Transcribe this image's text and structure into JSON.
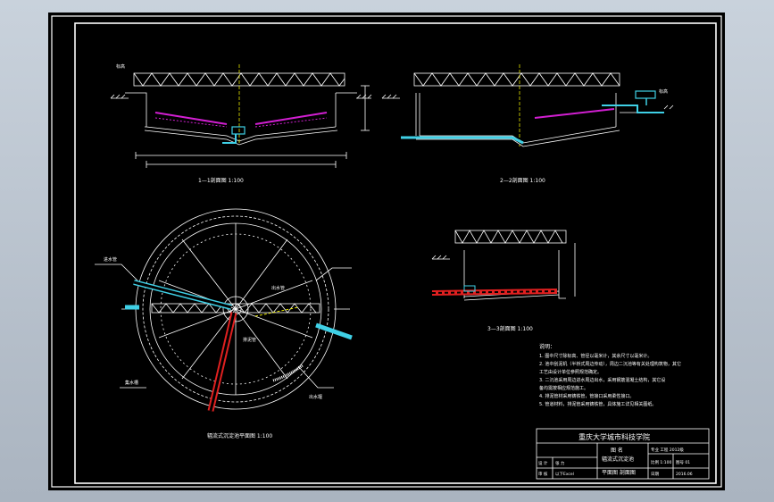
{
  "drawing": {
    "title_block": {
      "school": "重庆大学城市科技学院",
      "name_header": "图  名",
      "drawing_name_line1": "辐流式沉淀池",
      "drawing_name_line2": "平面图  剖面图",
      "row1_left": "设 计",
      "row1_mid": "张 力",
      "row2_left": "审 核",
      "row2_mid": "以下Excel",
      "right_top": "专业 工程 2012级",
      "right_r2a": "比例 1:100",
      "right_r2b": "图号 01",
      "right_r3a": "日期",
      "right_r3b": "2016.06"
    },
    "views": {
      "section_1_label": "1—1剖面图 1:100",
      "section_2_label": "2—2剖面图 1:100",
      "section_3_label": "3—3剖面图 1:100",
      "plan_label": "辐流式沉淀池平面图 1:100"
    },
    "notes": {
      "heading": "说明：",
      "lines": [
        "1. 图中尺寸除标高、管径以毫米计，其余尺寸以毫米计。",
        "2. 池中刮泥机（半桥式周边传动），周边二沉池等有关处理构筑物，其它",
        "   工艺由设计单位参照规范确定。",
        "3. 二沉池采用周边进水周边出水，采用钢筋混凝土结构，其它设",
        "   备均需按相应规范施工。",
        "4. 排泥管材采用铸铁管，管接口采用柔性接口。",
        "5. 管道材料，排泥管采用铸铁管，具体施工详见相关图纸。"
      ]
    },
    "annotations": {
      "plan_callout_1": "进水管",
      "plan_callout_2": "出水管",
      "plan_callout_3": "排泥管",
      "plan_callout_4": "集水槽",
      "plan_callout_5": "出水堰",
      "elev_1": "标高",
      "elev_2": "标高"
    },
    "colors": {
      "line": "#ffffff",
      "cyan": "#3fd0e6",
      "red": "#e02020",
      "magenta": "#d21fd2",
      "yellow": "#e6e600"
    }
  }
}
